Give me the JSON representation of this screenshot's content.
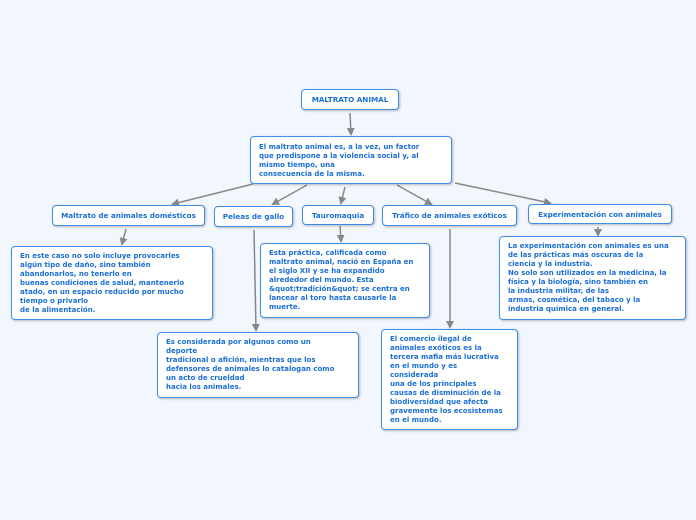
{
  "root": {
    "label": "MALTRATO ANIMAL"
  },
  "center": {
    "text": "El maltrato animal es, a la vez, un factor\nque predispone a la violencia social y, al\nmismo tiempo, una\nconsecuencia de la misma."
  },
  "branches": [
    {
      "label": "Maltrato de animales domésticos",
      "text": "En este caso no solo incluye provocarles\nalgún tipo de daño, sino también\nabandonarlos, no tenerlo en\nbuenas condiciones de salud, mantenerlo\natado, en un espacio reducido por mucho\ntiempo o privarlo\nde la alimentación."
    },
    {
      "label": "Peleas de gallo",
      "text": "Es considerada por algunos como un\ndeporte\ntradicional o afición, mientras que los\ndefensores de animales lo catalogan como\nun acto de crueldad\nhacia los animales."
    },
    {
      "label": "Tauromaquia",
      "text": "Esta práctica, calificada como\nmaltrato animal, nació en España en\nel siglo XII y se ha expandido\nalrededor del mundo. Esta\n&quot;tradición&quot; se centra en\nlancear al toro hasta causarle la\nmuerte."
    },
    {
      "label": "Tráfico de animales exóticos",
      "text": "El comercio ilegal de\nanimales exóticos es la\ntercera mafia más lucrativa\nen el mundo y es\nconsiderada\nuna de los principales\ncausas de disminución de la\nbiodiversidad que afecta\ngravemente los ecosistemas\nen el mundo."
    },
    {
      "label": "Experimentación con animales",
      "text": "La experimentación con animales es una\nde las prácticas más oscuras de la\nciencia y la industria.\nNo solo son utilizados en la medicina, la\nfísica y la biología, sino también en\nla industria militar, de las\narmas, cosmética, del tabaco y la\nindustria química en general."
    }
  ],
  "colors": {
    "text": "#1a6fd6",
    "border": "#3d8fe6",
    "background": "#f2f6fd",
    "connector": "#888888"
  }
}
